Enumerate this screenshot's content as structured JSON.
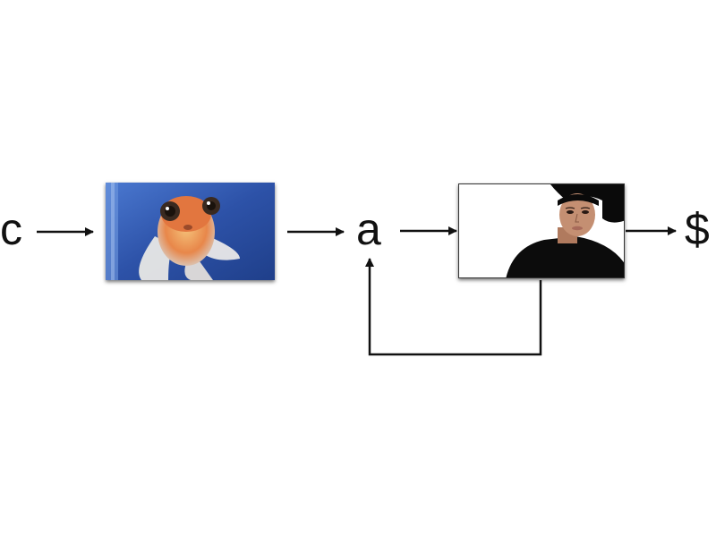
{
  "nodes": {
    "start_label": "c",
    "middle_label": "a",
    "end_label": "$"
  },
  "images": {
    "first": "goldfish-photo",
    "second": "woman-portrait-photo"
  },
  "colors": {
    "arrow": "#111111",
    "fish_background": "#2d52a8",
    "portrait_background": "#ffffff"
  }
}
